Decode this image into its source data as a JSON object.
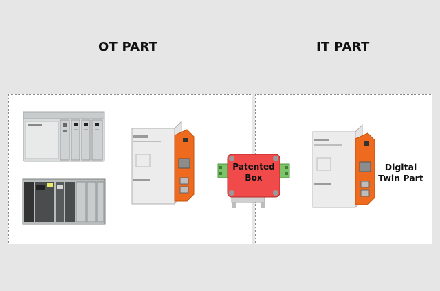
{
  "headings": {
    "ot": "OT PART",
    "it": "IT PART"
  },
  "patented_box": {
    "line1": "Patented",
    "line2": "Box"
  },
  "digital_twin": {
    "line1": "Digital",
    "line2": "Twin Part"
  },
  "colors": {
    "background": "#e6e6e6",
    "panel": "#ffffff",
    "device_orange": "#ee6a1e",
    "patented_box_red": "#f04a4a",
    "connector_green": "#7cc46a"
  },
  "icons": {
    "plc_top": "allen-bradley-plc-rack-icon",
    "plc_bottom": "siemens-plc-rack-icon",
    "edge_device": "din-rail-edge-gateway-icon",
    "patented_box": "patented-box-icon"
  }
}
